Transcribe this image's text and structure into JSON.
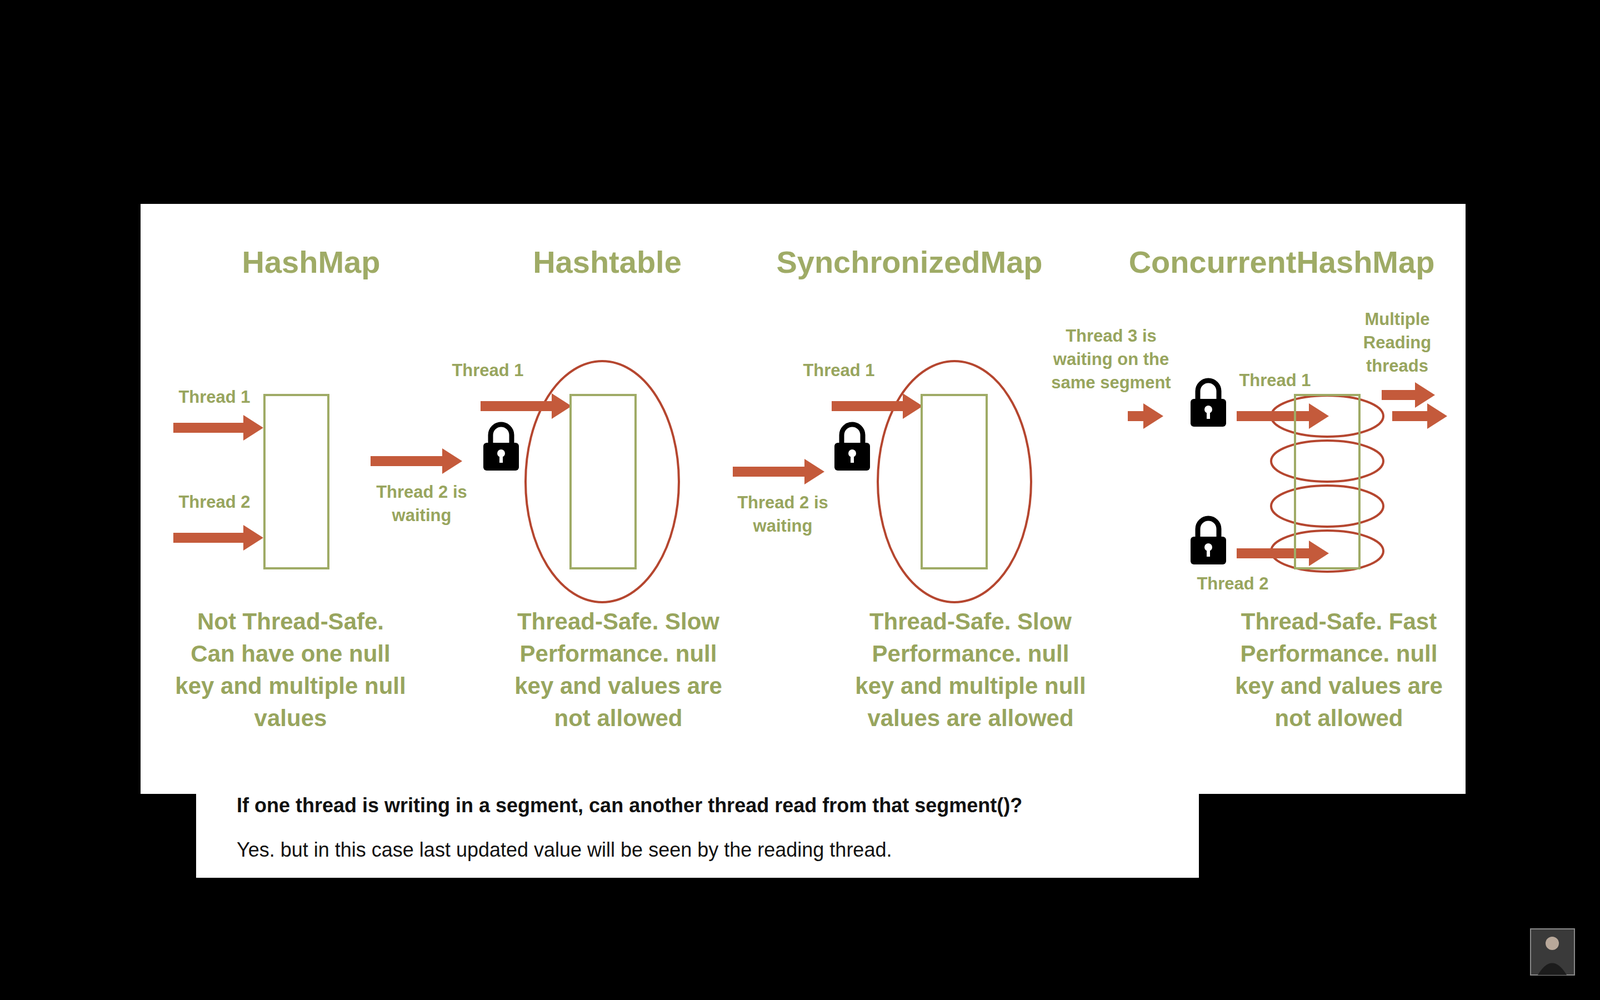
{
  "diagram": {
    "nodes": [
      {
        "text": [
          "HashMap",
          "Not Thread-Safe. Can have one null key and multiple null values"
        ]
      },
      {
        "text": [
          "Hashtable",
          "Thread-Safe. Slow Performance. null key and values are not allowed"
        ]
      },
      {
        "text": [
          "SynchronizedMap",
          "Thread-Safe. Slow Performance. null key and multiple null values are allowed"
        ]
      },
      {
        "text": [
          "ConcurrentHashMap",
          "Thread-Safe. Fast Performance. null key and values are not allowed"
        ]
      },
      {
        "text": [
          "If one thread is writing in a segment, can another thread read from that segment()?",
          "Yes. but in this case last updated value will be seen by the reading thread."
        ]
      }
    ],
    "labels": [
      "Thread 1",
      "Thread 2",
      "Thread 1",
      "Thread 2 is waiting",
      "Thread 1",
      "Thread 2 is waiting",
      "Thread 3 is waiting on the same segment",
      "Thread 1",
      "Thread 2",
      "Multiple Reading threads"
    ]
  }
}
